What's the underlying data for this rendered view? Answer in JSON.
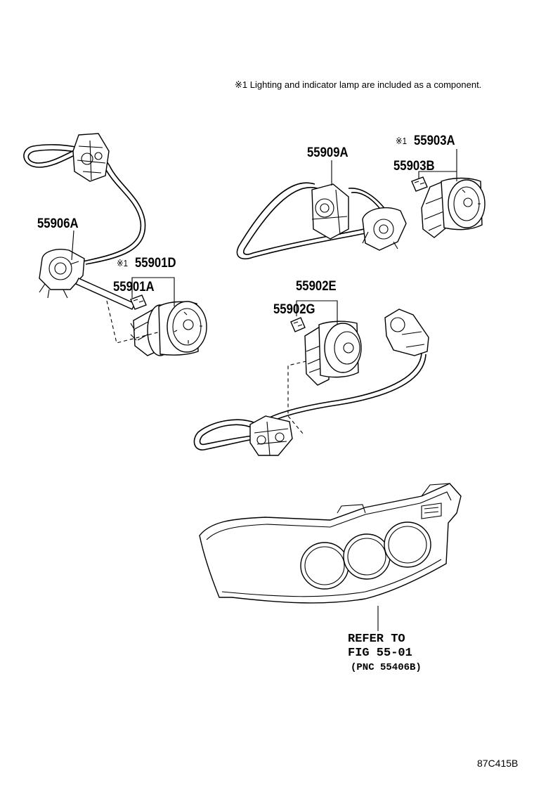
{
  "note": {
    "symbol": "※1",
    "text": "Lighting and indicator lamp are included as a component."
  },
  "labels": {
    "p55906A": "55906A",
    "p55901D": "55901D",
    "p55901A": "55901A",
    "p55909A": "55909A",
    "p55903A": "55903A",
    "p55903B": "55903B",
    "p55902E": "55902E",
    "p55902G": "55902G",
    "star_mark": "※1"
  },
  "reference": {
    "line1": "REFER TO",
    "line2": "FIG 55-01",
    "line3": "(PNC 55406B)"
  },
  "figure_code": "87C415B"
}
